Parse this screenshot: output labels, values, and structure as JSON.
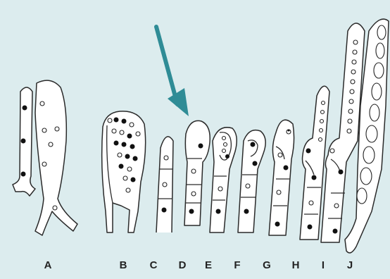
{
  "figure": {
    "background": "#dcecee",
    "arrow_color": "#2f8c96",
    "labels": [
      "A",
      "B",
      "C",
      "D",
      "E",
      "F",
      "G",
      "H",
      "I",
      "J"
    ]
  }
}
